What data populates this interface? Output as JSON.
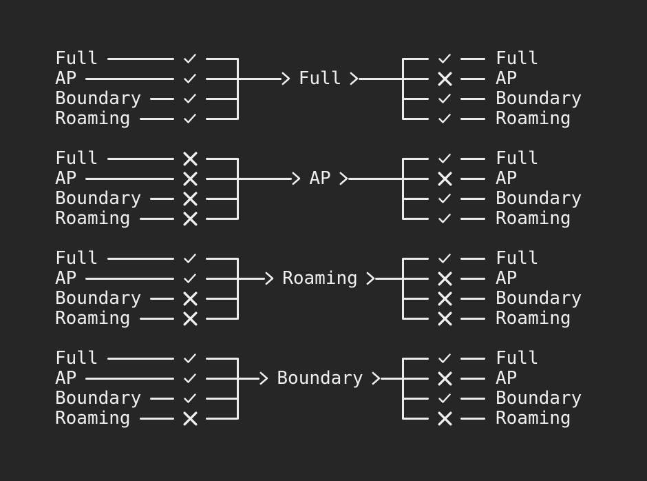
{
  "theme": {
    "background": "#262626",
    "foreground": "#efefef",
    "line_color": "#ececec"
  },
  "groups": [
    {
      "center": "Full",
      "left": [
        {
          "label": "Full",
          "mark": "check"
        },
        {
          "label": "AP",
          "mark": "check"
        },
        {
          "label": "Boundary",
          "mark": "check"
        },
        {
          "label": "Roaming",
          "mark": "check"
        }
      ],
      "right": [
        {
          "label": "Full",
          "mark": "check"
        },
        {
          "label": "AP",
          "mark": "cross"
        },
        {
          "label": "Boundary",
          "mark": "check"
        },
        {
          "label": "Roaming",
          "mark": "check"
        }
      ]
    },
    {
      "center": "AP",
      "left": [
        {
          "label": "Full",
          "mark": "cross"
        },
        {
          "label": "AP",
          "mark": "cross"
        },
        {
          "label": "Boundary",
          "mark": "cross"
        },
        {
          "label": "Roaming",
          "mark": "cross"
        }
      ],
      "right": [
        {
          "label": "Full",
          "mark": "check"
        },
        {
          "label": "AP",
          "mark": "cross"
        },
        {
          "label": "Boundary",
          "mark": "check"
        },
        {
          "label": "Roaming",
          "mark": "check"
        }
      ]
    },
    {
      "center": "Roaming",
      "left": [
        {
          "label": "Full",
          "mark": "check"
        },
        {
          "label": "AP",
          "mark": "check"
        },
        {
          "label": "Boundary",
          "mark": "cross"
        },
        {
          "label": "Roaming",
          "mark": "cross"
        }
      ],
      "right": [
        {
          "label": "Full",
          "mark": "check"
        },
        {
          "label": "AP",
          "mark": "cross"
        },
        {
          "label": "Boundary",
          "mark": "cross"
        },
        {
          "label": "Roaming",
          "mark": "cross"
        }
      ]
    },
    {
      "center": "Boundary",
      "left": [
        {
          "label": "Full",
          "mark": "check"
        },
        {
          "label": "AP",
          "mark": "check"
        },
        {
          "label": "Boundary",
          "mark": "check"
        },
        {
          "label": "Roaming",
          "mark": "cross"
        }
      ],
      "right": [
        {
          "label": "Full",
          "mark": "check"
        },
        {
          "label": "AP",
          "mark": "cross"
        },
        {
          "label": "Boundary",
          "mark": "check"
        },
        {
          "label": "Roaming",
          "mark": "cross"
        }
      ]
    }
  ]
}
